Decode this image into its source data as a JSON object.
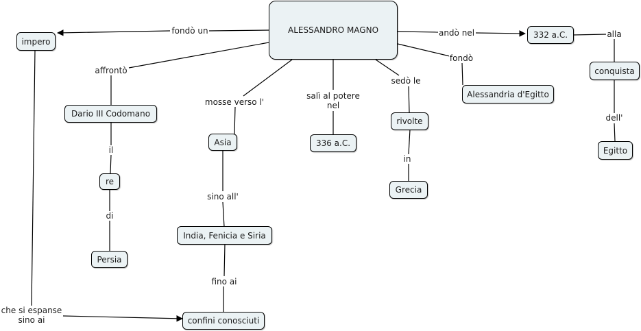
{
  "concepts": {
    "alessandro": "ALESSANDRO MAGNO",
    "impero": "impero",
    "dario": "Dario III Codomano",
    "re": "re",
    "persia": "Persia",
    "asia": "Asia",
    "india": "India, Fenicia e Siria",
    "confini": "confini conosciuti",
    "a336": "336 a.C.",
    "rivolte": "rivolte",
    "grecia": "Grecia",
    "alessandria": "Alessandria d'Egitto",
    "a332": "332 a.C.",
    "conquista": "conquista",
    "egitto": "Egitto"
  },
  "links": {
    "fondo_un": "fondò un",
    "affronto": "affrontò",
    "il": "il",
    "di": "di",
    "mosse_verso": "mosse verso l'",
    "sino_all": "sino all'",
    "fino_ai": "fino ai",
    "che_si_espanse_1": "che si espanse",
    "che_si_espanse_2": "sino ai",
    "sali_1": "salì al potere",
    "sali_2": "nel",
    "sedo_le": "sedò le",
    "in": "in",
    "fondo": "fondò",
    "ando_nel": "andò nel",
    "alla": "alla",
    "dell": "dell'"
  }
}
